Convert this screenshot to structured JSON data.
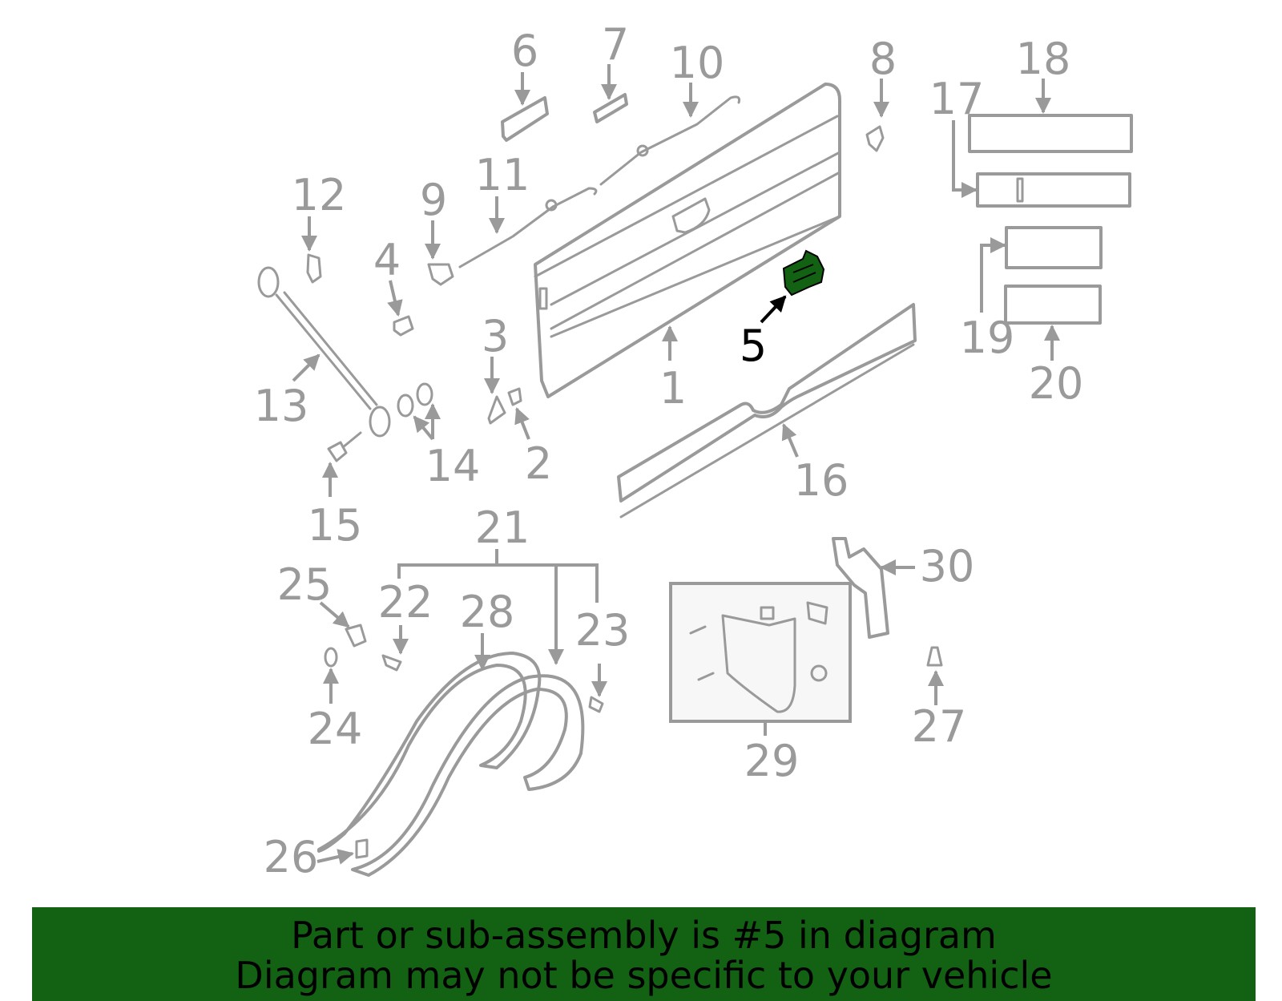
{
  "highlighted_part": "5",
  "highlight_color": "#136112",
  "callouts": [
    "1",
    "2",
    "3",
    "4",
    "5",
    "6",
    "7",
    "8",
    "9",
    "10",
    "11",
    "12",
    "13",
    "14",
    "15",
    "16",
    "17",
    "18",
    "19",
    "20",
    "21",
    "22",
    "23",
    "24",
    "25",
    "26",
    "27",
    "28",
    "29",
    "30"
  ],
  "footer": {
    "line1": "Part or sub-assembly is #5 in diagram",
    "line2": "Diagram may not be specific to your vehicle"
  }
}
